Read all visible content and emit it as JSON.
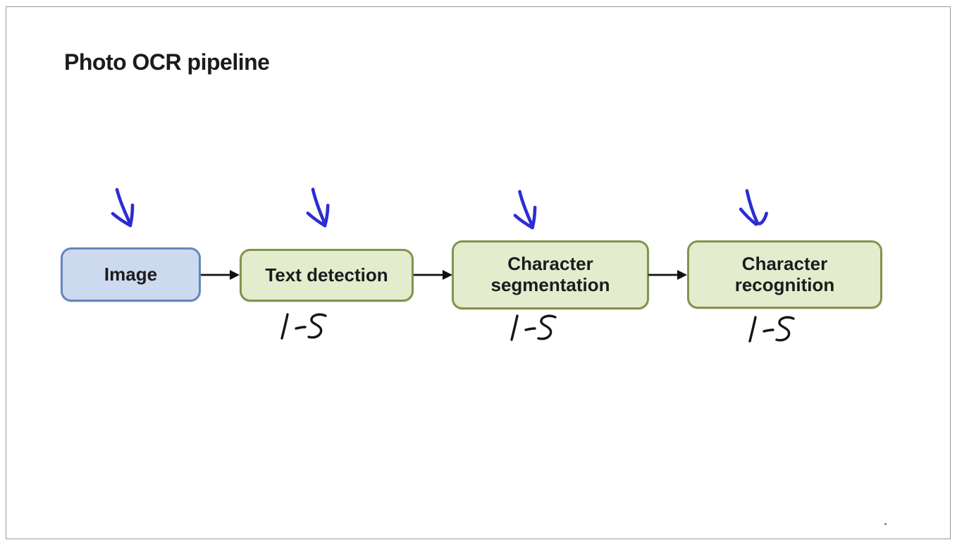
{
  "slide": {
    "title": "Photo OCR pipeline"
  },
  "pipeline": {
    "nodes": [
      {
        "label": "Image",
        "type": "input",
        "fill": "#cdd9ee",
        "border": "#6288bd",
        "annotation": ""
      },
      {
        "label": "Text detection",
        "type": "stage",
        "fill": "#e4ecce",
        "border": "#82944b",
        "annotation": "1 - 5"
      },
      {
        "label": "Character segmentation",
        "type": "stage",
        "fill": "#e4ecce",
        "border": "#82944b",
        "annotation": "1 - 5"
      },
      {
        "label": "Character recognition",
        "type": "stage",
        "fill": "#e4ecce",
        "border": "#82944b",
        "annotation": "1 - 5"
      }
    ],
    "flow_arrow_color": "#111111",
    "ink_arrow_color": "#2d2dd2",
    "handwriting_color": "#161616",
    "frame_border_color": "#9b9b9b",
    "background_color": "#ffffff"
  }
}
